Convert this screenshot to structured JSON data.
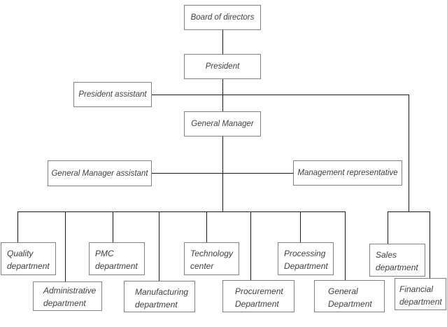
{
  "diagram": {
    "type": "org-chart",
    "nodes": {
      "board": {
        "label": "Board of directors"
      },
      "president": {
        "label": "President"
      },
      "president_assistant": {
        "label": "President assistant"
      },
      "general_manager": {
        "label": "General Manager"
      },
      "general_manager_assistant": {
        "label": "General Manager assistant"
      },
      "management_representative": {
        "label": "Management representative"
      },
      "quality": {
        "line1": "Quality",
        "line2": "department"
      },
      "administrative": {
        "line1": "Administrative",
        "line2": "department"
      },
      "pmc": {
        "line1": "PMC",
        "line2": "department"
      },
      "manufacturing": {
        "line1": "Manufacturing",
        "line2": "department"
      },
      "technology": {
        "line1": "Technology",
        "line2": "center"
      },
      "procurement": {
        "line1": "Procurement",
        "line2": "Department"
      },
      "processing": {
        "line1": "Processing",
        "line2": "Department"
      },
      "general": {
        "line1": "General",
        "line2": "Department"
      },
      "sales": {
        "line1": "Sales",
        "line2": "department"
      },
      "financial": {
        "line1": "Financial",
        "line2": "department"
      }
    },
    "colors": {
      "box_border": "#7f7f7f",
      "line": "#1a1a1a",
      "text": "#3f3f3f",
      "background": "#ffffff"
    }
  }
}
